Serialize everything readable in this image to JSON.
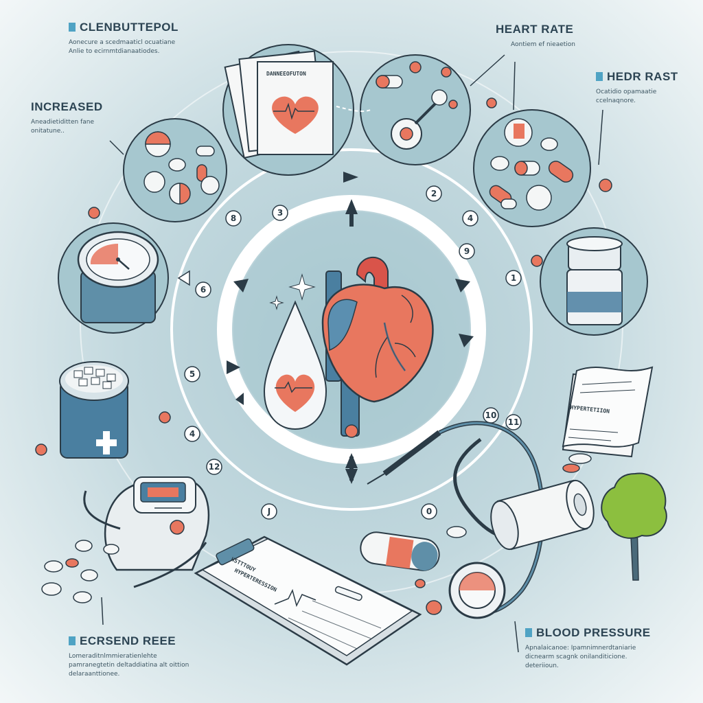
{
  "labels": {
    "top_left": {
      "title": "CLENBUTTEPOL",
      "desc": [
        "Aonecure a scedmaaticl ocuatiane",
        "Anlie to ecirnmtdianaatiodes."
      ]
    },
    "top_center": {
      "title": "HEART RATE",
      "desc": [
        "Aontiem ef nieaetion"
      ]
    },
    "top_right": {
      "title": "HEDR RAST",
      "desc": [
        "Ocatidio opamaatie",
        "ccelnaqnore."
      ]
    },
    "left": {
      "title": "INCREASED",
      "desc": [
        "Aneadietiditten fane",
        "onitatune.."
      ]
    },
    "bottom_left": {
      "title": "ECRSEND REEE",
      "desc": [
        "Lomeraditnlmmieratienlehte",
        "pamranegtetin deltaddiatina alt oittion",
        "delaraanttionee."
      ]
    },
    "bottom_right": {
      "title": "BLOOD PRESSURE",
      "desc": [
        "Apnalaicanoe: Ipamnimnerdtaniarie",
        "dicnearm scagnk onilanditicione.",
        "deteriioun."
      ]
    }
  },
  "ring_numbers": [
    "2",
    "4",
    "1",
    "9",
    "11",
    "10",
    "0",
    "J",
    "12",
    "4",
    "3",
    "8",
    "5",
    "6"
  ],
  "documents": {
    "heart_card": "DANNEEOFUTON",
    "prescription": "HYPERTETIION",
    "clipboard_line1": "HSTTTOUY",
    "clipboard_line2": "HYPERTERESSION"
  },
  "colors": {
    "heart": "#e8775f",
    "aorta": "#d9544a",
    "vein_blue": "#4a7fa0",
    "ring": "#ffffff",
    "outline": "#2b3b46",
    "pill_red": "#e56f56",
    "tree": "#8cbf3f",
    "card_bg": "#f6f7f7"
  }
}
